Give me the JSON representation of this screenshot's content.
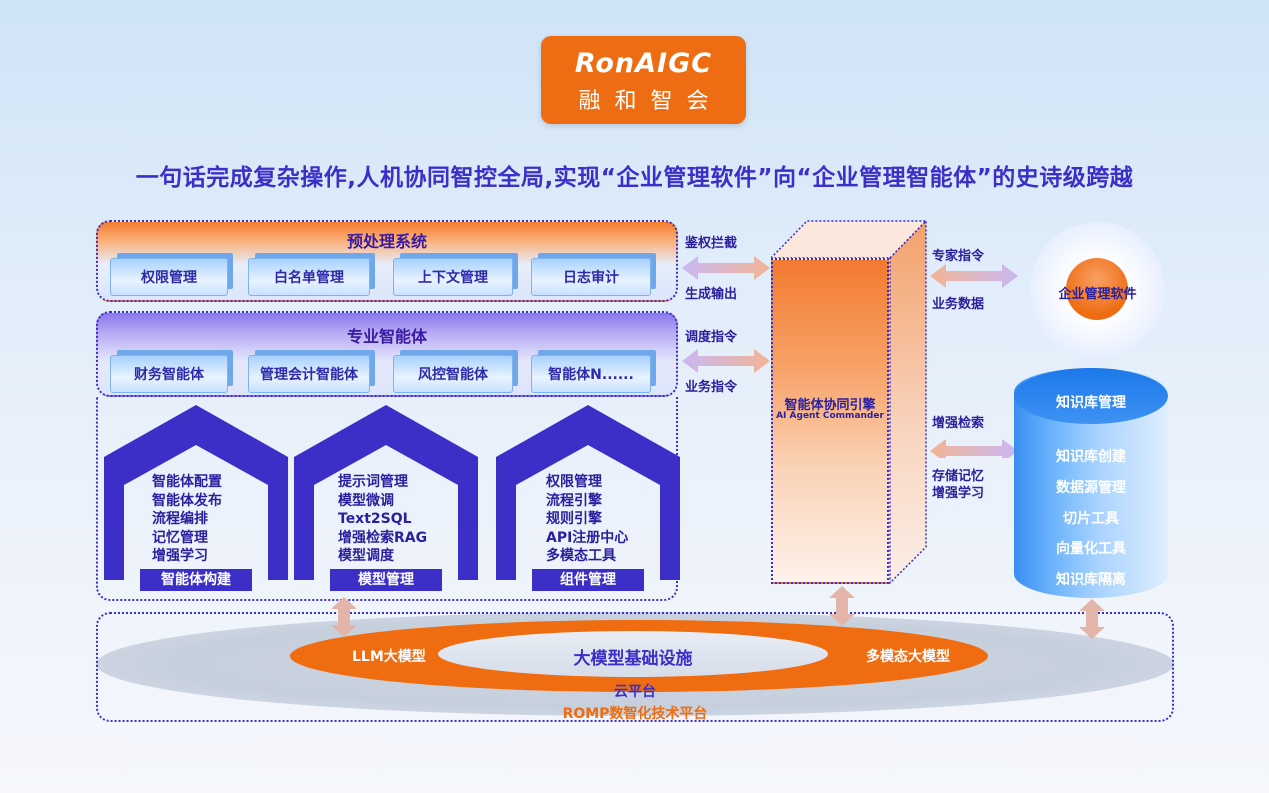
{
  "logo": {
    "en": "RonAIGC",
    "cn": "融和智会"
  },
  "headline": "一句话完成复杂操作,人机协同智控全局,实现“企业管理软件”向“企业管理智能体”的史诗级跨越",
  "preprocess": {
    "title": "预处理系统",
    "items": [
      "权限管理",
      "白名单管理",
      "上下文管理",
      "日志审计"
    ]
  },
  "specialist": {
    "title": "专业智能体",
    "items": [
      "财务智能体",
      "管理会计智能体",
      "风控智能体",
      "智能体N......"
    ]
  },
  "houses": [
    {
      "label": "智能体构建",
      "items": [
        "智能体配置",
        "智能体发布",
        "流程编排",
        "记忆管理",
        "增强学习"
      ]
    },
    {
      "label": "模型管理",
      "items": [
        "提示词管理",
        "模型微调",
        "Text2SQL",
        "增强检索RAG",
        "模型调度"
      ]
    },
    {
      "label": "组件管理",
      "items": [
        "权限管理",
        "流程引擎",
        "规则引擎",
        "API注册中心",
        "多模态工具"
      ]
    }
  ],
  "arrows_left": {
    "top_a": "鉴权拦截",
    "top_b": "生成输出",
    "mid_a": "调度指令",
    "mid_b": "业务指令"
  },
  "engine": {
    "title": "智能体协同引擎",
    "subtitle": "AI Agent Commander"
  },
  "arrows_right": {
    "top_a": "专家指令",
    "top_b": "业务数据",
    "bot_a": "增强检索",
    "bot_b": "存储记忆",
    "bot_c": "增强学习"
  },
  "software": "企业管理软件",
  "knowledge": {
    "title": "知识库管理",
    "items": [
      "知识库创建",
      "数据源管理",
      "切片工具",
      "向量化工具",
      "知识库隔离"
    ]
  },
  "infra": {
    "llm": "LLM大模型",
    "center": "大模型基础设施",
    "multi": "多模态大模型",
    "cloud": "云平台",
    "platform": "ROMP数智化技术平台"
  },
  "colors": {
    "orange": "#ee6c12",
    "indigo": "#3b2fc8",
    "blue": "#1c78ea"
  }
}
